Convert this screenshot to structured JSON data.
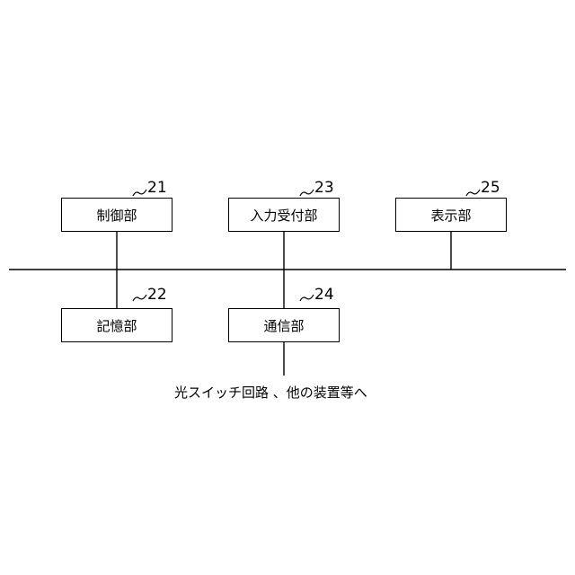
{
  "blocks": [
    {
      "ref": "21",
      "label": "制御部"
    },
    {
      "ref": "22",
      "label": "記憶部"
    },
    {
      "ref": "23",
      "label": "入力受付部"
    },
    {
      "ref": "24",
      "label": "通信部"
    },
    {
      "ref": "25",
      "label": "表示部"
    }
  ],
  "caption": "光スイッチ回路 、他の装置等へ"
}
